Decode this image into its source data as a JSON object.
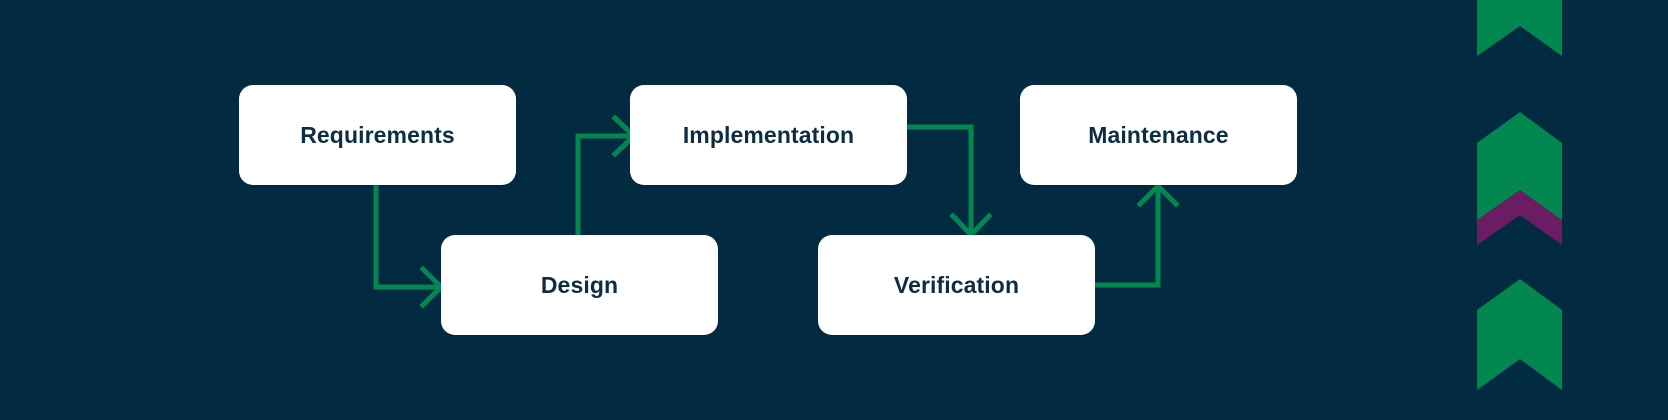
{
  "diagram": {
    "colors": {
      "background": "#022b42",
      "box": "#ffffff",
      "box_text": "#0d2d44",
      "connector": "#038750",
      "chevron_green": "#038750",
      "chevron_purple": "#6b1c63"
    },
    "steps": [
      {
        "id": "requirements",
        "label": "Requirements"
      },
      {
        "id": "design",
        "label": "Design"
      },
      {
        "id": "implementation",
        "label": "Implementation"
      },
      {
        "id": "verification",
        "label": "Verification"
      },
      {
        "id": "maintenance",
        "label": "Maintenance"
      }
    ],
    "edges": [
      {
        "from": "requirements",
        "to": "design"
      },
      {
        "from": "design",
        "to": "implementation"
      },
      {
        "from": "implementation",
        "to": "verification"
      },
      {
        "from": "verification",
        "to": "maintenance"
      }
    ],
    "decoration": {
      "icon": "chevron-up-icon",
      "count": 4
    }
  }
}
